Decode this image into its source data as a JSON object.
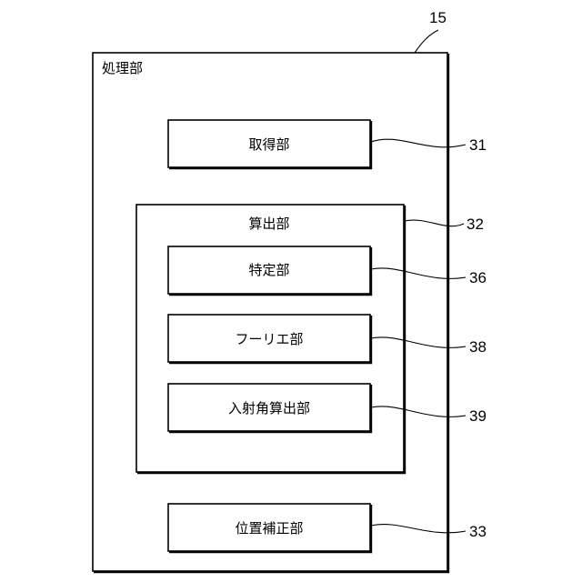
{
  "processing_unit": {
    "label": "処理部",
    "ref": "15"
  },
  "acquisition_unit": {
    "label": "取得部",
    "ref": "31"
  },
  "calculation_unit": {
    "label": "算出部",
    "ref": "32"
  },
  "identification_unit": {
    "label": "特定部",
    "ref": "36"
  },
  "fourier_unit": {
    "label": "フーリエ部",
    "ref": "38"
  },
  "incidence_angle_unit": {
    "label": "入射角算出部",
    "ref": "39"
  },
  "position_correction_unit": {
    "label": "位置補正部",
    "ref": "33"
  }
}
